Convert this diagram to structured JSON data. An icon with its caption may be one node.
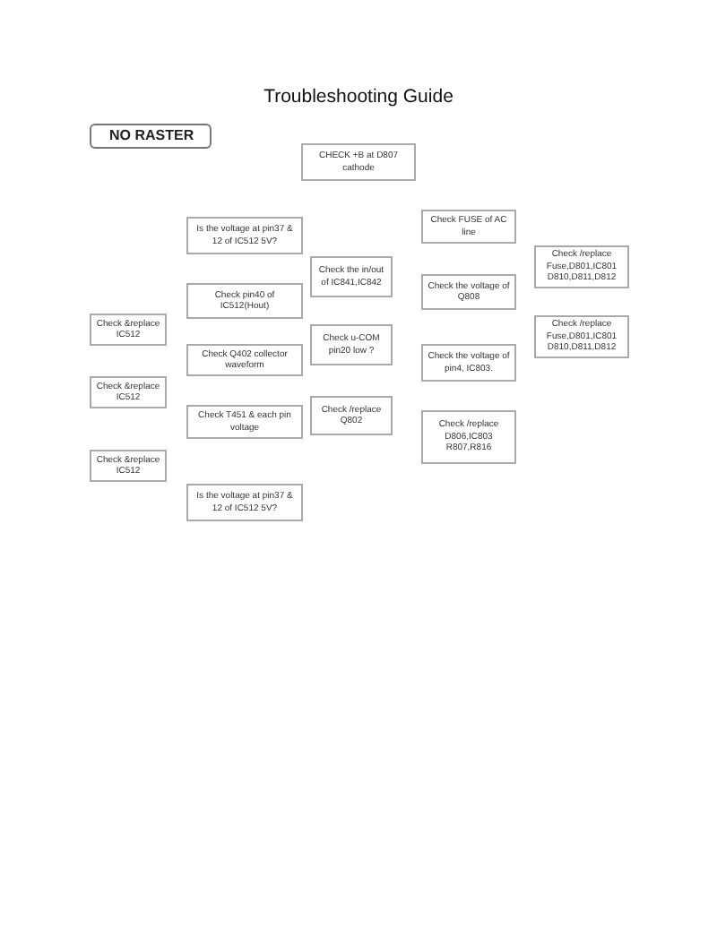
{
  "diagram": {
    "title": "Troubleshooting Guide",
    "nodes": [
      {
        "text": [
          "NO RASTER"
        ]
      },
      {
        "text": [
          "CHECK +B at D807 cathode"
        ]
      },
      {
        "text": [
          "Is the voltage at pin37 & 12 of IC512 5V?"
        ]
      },
      {
        "text": [
          "Check pin40 of IC512(Hout)"
        ]
      },
      {
        "text": [
          "Check Q402 collector waveform"
        ]
      },
      {
        "text": [
          "Check T451 & each pin voltage"
        ]
      },
      {
        "text": [
          "Is the voltage at pin37 & 12 of IC512 5V?"
        ]
      },
      {
        "text": [
          "Check &replace IC512"
        ]
      },
      {
        "text": [
          "Check &replace IC512"
        ]
      },
      {
        "text": [
          "Check &replace IC512"
        ]
      },
      {
        "text": [
          "Check the in/out of IC841,IC842"
        ]
      },
      {
        "text": [
          "Check u-COM pin20 low ?"
        ]
      },
      {
        "text": [
          "Check /replace Q802"
        ]
      },
      {
        "text": [
          "Check FUSE of AC line"
        ]
      },
      {
        "text": [
          "Check the voltage of Q808"
        ]
      },
      {
        "text": [
          "Check the voltage of pin4, IC803."
        ]
      },
      {
        "text": [
          "Check /replace D806,IC803 R807,R816"
        ]
      },
      {
        "text": [
          "Check /replace Fuse,D801,IC801 D810,D811,D812"
        ]
      },
      {
        "text": [
          "Check /replace Fuse,D801,IC801 D810,D811,D812"
        ]
      }
    ]
  }
}
